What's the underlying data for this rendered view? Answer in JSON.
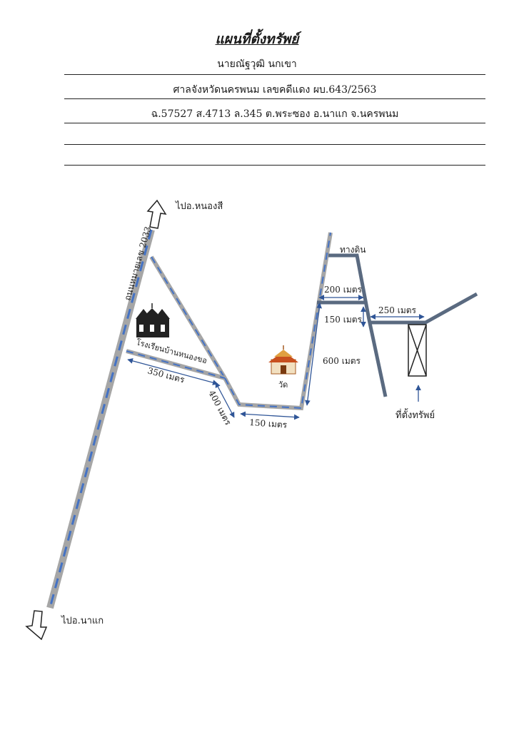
{
  "header": {
    "title": "แผนที่ตั้งทรัพย์",
    "owner": "นายณัฐวุฒิ นกเขา",
    "court_case": "ศาลจังหวัดนครพนม เลขคดีแดง ผบ.643/2563",
    "deed_location": "ฉ.57527 ส.4713 ล.345 ต.พระซอง อ.นาแก จ.นครพนม"
  },
  "map": {
    "highway_label": "ถนนหมายเลข 2033",
    "to_north": "ไปอ.หนองสี",
    "to_south": "ไปอ.นาแก",
    "school_label": "โรงเรียนบ้านหนองขอ",
    "temple_label": "วัด",
    "dirt_road_label": "ทางดิน",
    "property_label": "ที่ตั้งทรัพย์",
    "distances": {
      "d350": "350 เมตร",
      "d400": "400 เมตร",
      "d150_bottom": "150 เมตร",
      "d600": "600 เมตร",
      "d200": "200 เมตร",
      "d150_right": "150 เมตร",
      "d250": "250 เมตร"
    },
    "colors": {
      "road_gray": "#a6a6a6",
      "road_dash_blue": "#4472c4",
      "dirt_road": "#5a6a80",
      "dimension_blue": "#2f5597"
    }
  }
}
